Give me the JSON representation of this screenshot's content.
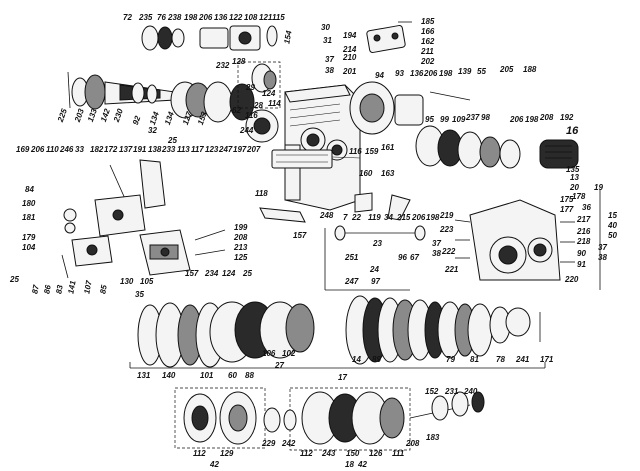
{
  "labels": [
    {
      "text": "72"
    },
    {
      "text": "235"
    },
    {
      "text": "76"
    },
    {
      "text": "238"
    },
    {
      "text": "198"
    },
    {
      "text": "206"
    },
    {
      "text": "136"
    },
    {
      "text": "122"
    },
    {
      "text": "108"
    },
    {
      "text": "121"
    },
    {
      "text": "115"
    },
    {
      "text": "30"
    },
    {
      "text": "31"
    },
    {
      "text": "154"
    },
    {
      "text": "37"
    },
    {
      "text": "38"
    },
    {
      "text": "194"
    },
    {
      "text": "214"
    },
    {
      "text": "210"
    },
    {
      "text": "201"
    },
    {
      "text": "185"
    },
    {
      "text": "166"
    },
    {
      "text": "162"
    },
    {
      "text": "211"
    },
    {
      "text": "202"
    },
    {
      "text": "94"
    },
    {
      "text": "93"
    },
    {
      "text": "136"
    },
    {
      "text": "206"
    },
    {
      "text": "198"
    },
    {
      "text": "139"
    },
    {
      "text": "55"
    },
    {
      "text": "205"
    },
    {
      "text": "188"
    },
    {
      "text": "225"
    },
    {
      "text": "203"
    },
    {
      "text": "133"
    },
    {
      "text": "142"
    },
    {
      "text": "230"
    },
    {
      "text": "92"
    },
    {
      "text": "134"
    },
    {
      "text": "134"
    },
    {
      "text": "32"
    },
    {
      "text": "127"
    },
    {
      "text": "153"
    },
    {
      "text": "232"
    },
    {
      "text": "128"
    },
    {
      "text": "114"
    },
    {
      "text": "116"
    },
    {
      "text": "29"
    },
    {
      "text": "124"
    },
    {
      "text": "62"
    },
    {
      "text": "244"
    },
    {
      "text": "28"
    },
    {
      "text": "25"
    },
    {
      "text": "95"
    },
    {
      "text": "99"
    },
    {
      "text": "109"
    },
    {
      "text": "237"
    },
    {
      "text": "98"
    },
    {
      "text": "206"
    },
    {
      "text": "198"
    },
    {
      "text": "208"
    },
    {
      "text": "192"
    },
    {
      "text": "16"
    },
    {
      "text": "169"
    },
    {
      "text": "206"
    },
    {
      "text": "110"
    },
    {
      "text": "246"
    },
    {
      "text": "33"
    },
    {
      "text": "182"
    },
    {
      "text": "172"
    },
    {
      "text": "137"
    },
    {
      "text": "191"
    },
    {
      "text": "138"
    },
    {
      "text": "233"
    },
    {
      "text": "113"
    },
    {
      "text": "117"
    },
    {
      "text": "123"
    },
    {
      "text": "247"
    },
    {
      "text": "197"
    },
    {
      "text": "207"
    },
    {
      "text": "116"
    },
    {
      "text": "159"
    },
    {
      "text": "161"
    },
    {
      "text": "160"
    },
    {
      "text": "163"
    },
    {
      "text": "118"
    },
    {
      "text": "84"
    },
    {
      "text": "180"
    },
    {
      "text": "181"
    },
    {
      "text": "179"
    },
    {
      "text": "104"
    },
    {
      "text": "25"
    },
    {
      "text": "87"
    },
    {
      "text": "86"
    },
    {
      "text": "83"
    },
    {
      "text": "141"
    },
    {
      "text": "107"
    },
    {
      "text": "85"
    },
    {
      "text": "130"
    },
    {
      "text": "105"
    },
    {
      "text": "35"
    },
    {
      "text": "157"
    },
    {
      "text": "234"
    },
    {
      "text": "124"
    },
    {
      "text": "25"
    },
    {
      "text": "199"
    },
    {
      "text": "208"
    },
    {
      "text": "213"
    },
    {
      "text": "125"
    },
    {
      "text": "248"
    },
    {
      "text": "157"
    },
    {
      "text": "7"
    },
    {
      "text": "22"
    },
    {
      "text": "119"
    },
    {
      "text": "34"
    },
    {
      "text": "215"
    },
    {
      "text": "206"
    },
    {
      "text": "198"
    },
    {
      "text": "23"
    },
    {
      "text": "96"
    },
    {
      "text": "251"
    },
    {
      "text": "24"
    },
    {
      "text": "247"
    },
    {
      "text": "97"
    },
    {
      "text": "37"
    },
    {
      "text": "38"
    },
    {
      "text": "67"
    },
    {
      "text": "219"
    },
    {
      "text": "223"
    },
    {
      "text": "222"
    },
    {
      "text": "221"
    },
    {
      "text": "217"
    },
    {
      "text": "216"
    },
    {
      "text": "218"
    },
    {
      "text": "90"
    },
    {
      "text": "91"
    },
    {
      "text": "220"
    },
    {
      "text": "15"
    },
    {
      "text": "40"
    },
    {
      "text": "50"
    },
    {
      "text": "37"
    },
    {
      "text": "38"
    },
    {
      "text": "19"
    },
    {
      "text": "13"
    },
    {
      "text": "20"
    },
    {
      "text": "178"
    },
    {
      "text": "175"
    },
    {
      "text": "177"
    },
    {
      "text": "36"
    },
    {
      "text": "135"
    },
    {
      "text": "131"
    },
    {
      "text": "140"
    },
    {
      "text": "101"
    },
    {
      "text": "60"
    },
    {
      "text": "88"
    },
    {
      "text": "106"
    },
    {
      "text": "102"
    },
    {
      "text": "27"
    },
    {
      "text": "14"
    },
    {
      "text": "89"
    },
    {
      "text": "79"
    },
    {
      "text": "81"
    },
    {
      "text": "78"
    },
    {
      "text": "241"
    },
    {
      "text": "171"
    },
    {
      "text": "17"
    },
    {
      "text": "152"
    },
    {
      "text": "231"
    },
    {
      "text": "240"
    },
    {
      "text": "112"
    },
    {
      "text": "129"
    },
    {
      "text": "42"
    },
    {
      "text": "229"
    },
    {
      "text": "242"
    },
    {
      "text": "112"
    },
    {
      "text": "243"
    },
    {
      "text": "150"
    },
    {
      "text": "126"
    },
    {
      "text": "111"
    },
    {
      "text": "208"
    },
    {
      "text": "183"
    },
    {
      "text": "18"
    },
    {
      "text": "42"
    }
  ]
}
